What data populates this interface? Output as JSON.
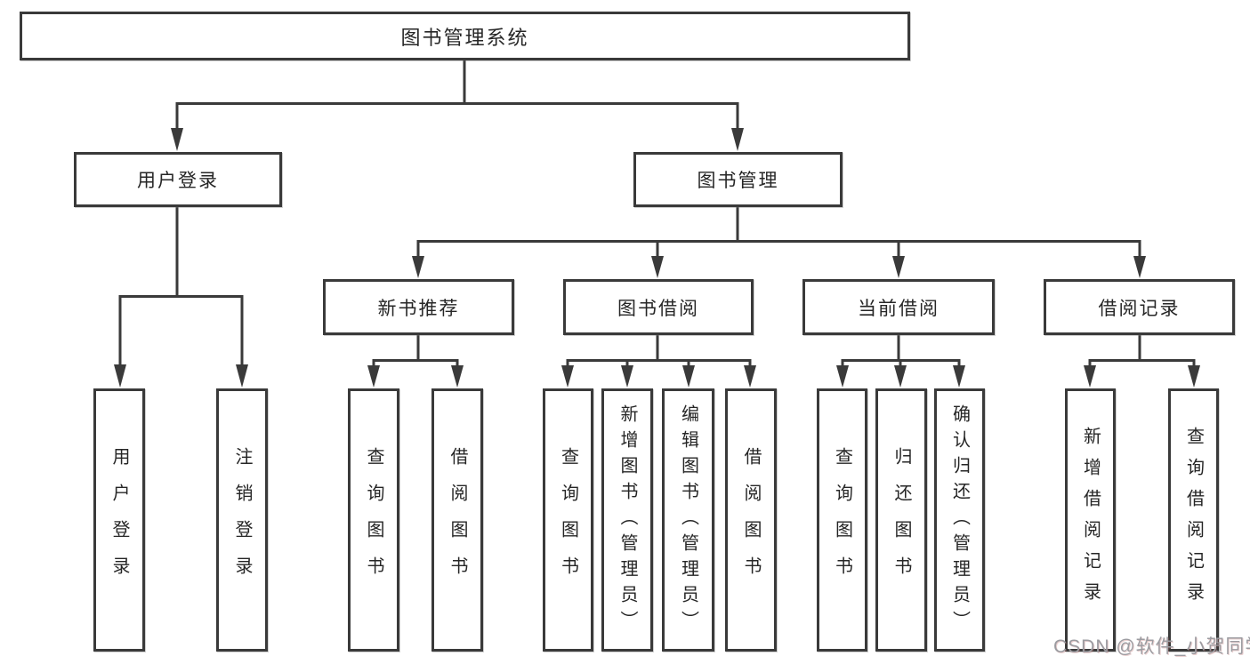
{
  "diagram": {
    "root": "图书管理系统",
    "branches": [
      {
        "label": "用户登录",
        "children": [
          "用户登录",
          "注销登录"
        ]
      },
      {
        "label": "图书管理",
        "children": [
          {
            "label": "新书推荐",
            "children": [
              "查询图书",
              "借阅图书"
            ]
          },
          {
            "label": "图书借阅",
            "children": [
              "查询图书",
              "新增图书（管理员）",
              "编辑图书（管理员）",
              "借阅图书"
            ]
          },
          {
            "label": "当前借阅",
            "children": [
              "查询图书",
              "归还图书",
              "确认归还（管理员）"
            ]
          },
          {
            "label": "借阅记录",
            "children": [
              "新增借阅记录",
              "查询借阅记录"
            ]
          }
        ]
      }
    ]
  },
  "watermark": "CSDN @软件_小贺同学",
  "colors": {
    "line": "#3a3a3a",
    "text": "#262626",
    "watermark": "#9c9ca1",
    "background": "#ffffff"
  }
}
